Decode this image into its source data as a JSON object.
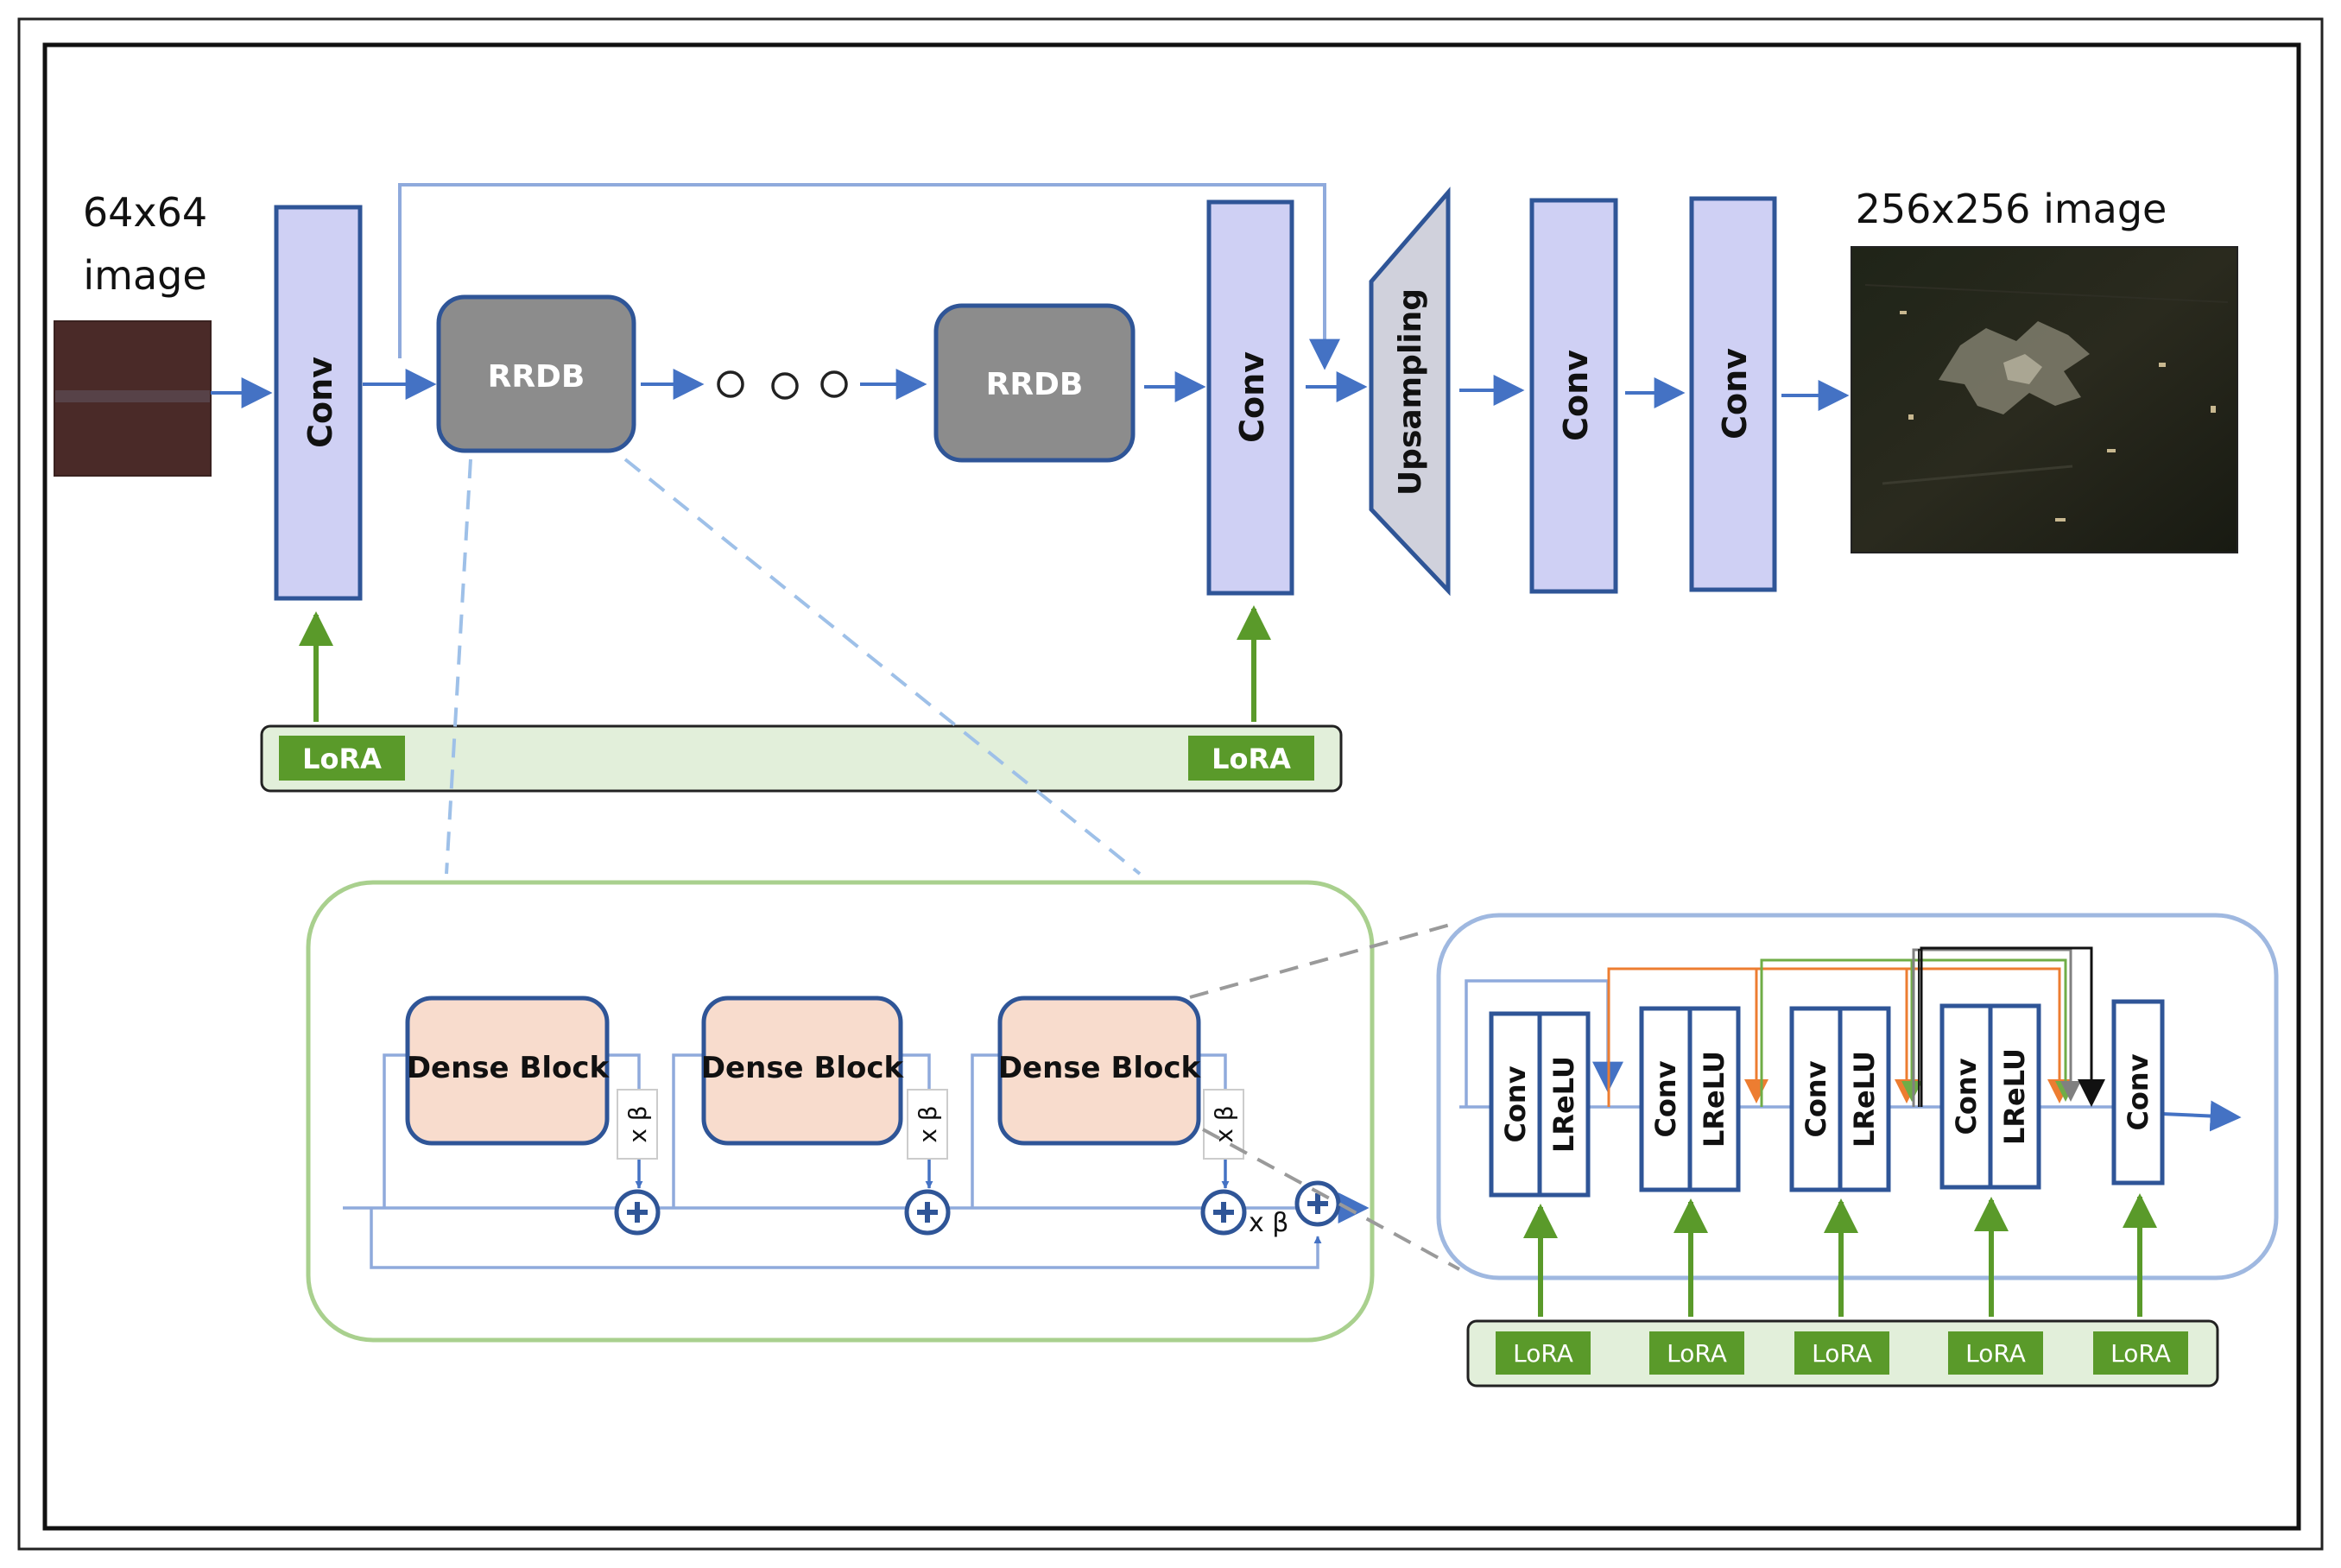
{
  "input": {
    "label_line1": "64x64",
    "label_line2": "image"
  },
  "output": {
    "label": "256x256 image"
  },
  "main": {
    "conv_label": "Conv",
    "rrdb_label": "RRDB",
    "upsampling_label": "Upsampling"
  },
  "lora_label": "LoRA",
  "rrdb_detail": {
    "dense_block_label": "Dense Block",
    "scale_label": "x β"
  },
  "dense_detail": {
    "conv_label": "Conv",
    "lrelu_label": "LReLU"
  },
  "colors": {
    "conv_fill": "#cfd0f4",
    "block_stroke": "#2f5597",
    "rrdb_fill": "#8c8c8c",
    "upsample_fill": "#d0d1dc",
    "arrow_blue": "#4472c4",
    "lora_green": "#5a9a2a",
    "lora_bar_fill": "#e2efda",
    "dense_block_fill": "#f8dccd",
    "panel_green": "#a9d08e",
    "panel_blue": "#9fb8e0",
    "orange": "#ed7d31",
    "green": "#70ad47"
  }
}
